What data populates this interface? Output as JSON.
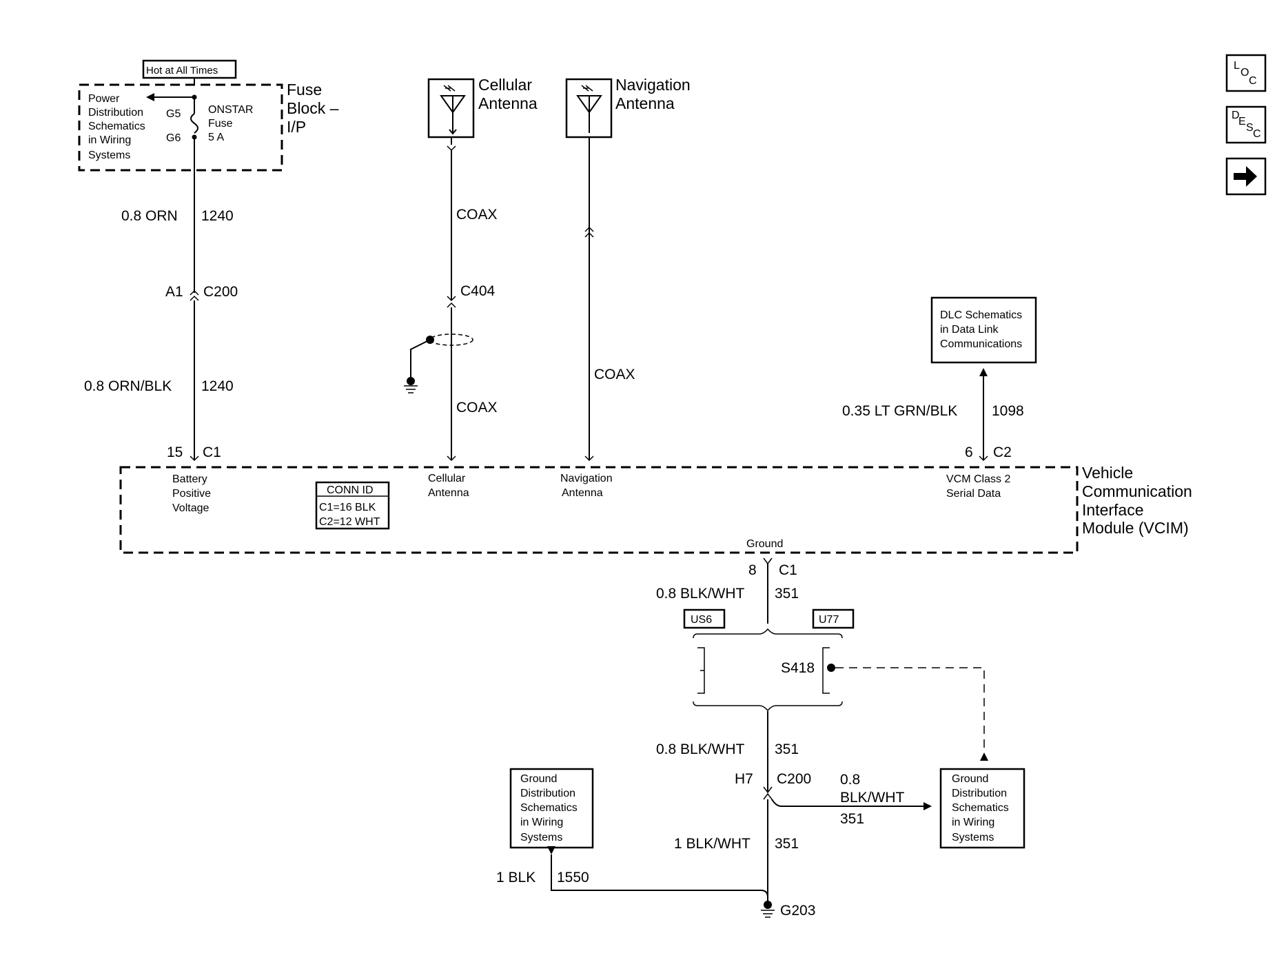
{
  "nav": {
    "loc": {
      "l1": "L",
      "l2": "O",
      "l3": "C"
    },
    "desc": {
      "l1": "D",
      "l2": "E",
      "l3": "S",
      "l4": "C"
    },
    "next_glyph": "➡"
  },
  "hot_at_all_times": "Hot at All Times",
  "fuse_block": {
    "title": [
      "Fuse",
      "Block –",
      "I/P"
    ],
    "power_dist": [
      "Power",
      "Distribution",
      "Schematics",
      "in Wiring",
      "Systems"
    ],
    "pin_g5": "G5",
    "pin_g6": "G6",
    "fuse_name": [
      "ONSTAR",
      "Fuse",
      "5 A"
    ]
  },
  "antennas": {
    "cellular": [
      "Cellular",
      "Antenna"
    ],
    "navigation": [
      "Navigation",
      "Antenna"
    ]
  },
  "wires": {
    "w1240_top_gauge": "0.8 ORN",
    "w1240_top_circuit": "1240",
    "c200_pin": "A1",
    "c200_conn": "C200",
    "w1240_bot_gauge": "0.8 ORN/BLK",
    "w1240_bot_circuit": "1240",
    "c1_pin15": "15",
    "c1_conn_a": "C1",
    "coax_upper": "COAX",
    "c404": "C404",
    "coax_lower": "COAX",
    "nav_coax": "COAX",
    "w1098_gauge": "0.35 LT GRN/BLK",
    "w1098_circuit": "1098",
    "c2_pin": "6",
    "c2_conn": "C2",
    "gnd_pin": "8",
    "gnd_conn": "C1",
    "w351_a_gauge": "0.8 BLK/WHT",
    "w351_a_circuit": "351",
    "w351_b_gauge": "0.8 BLK/WHT",
    "w351_b_circuit": "351",
    "h7_pin": "H7",
    "h7_conn": "C200",
    "w351_side_gauge_1": "0.8",
    "w351_side_gauge_2": "BLK/WHT",
    "w351_side_circuit": "351",
    "w351_c_gauge": "1 BLK/WHT",
    "w351_c_circuit": "351",
    "w1550_gauge": "1 BLK",
    "w1550_circuit": "1550",
    "g203": "G203",
    "s418": "S418"
  },
  "dlc_box": [
    "DLC Schematics",
    "in Data Link",
    "Communications"
  ],
  "vcim": {
    "title": [
      "Vehicle",
      "Communication",
      "Interface",
      "Module (VCIM)"
    ],
    "battery": [
      "Battery",
      "Positive",
      "Voltage"
    ],
    "cellular": [
      "Cellular",
      "Antenna"
    ],
    "navigation": [
      "Navigation",
      "Antenna"
    ],
    "vcm": [
      "VCM Class 2",
      "Serial Data"
    ],
    "ground": "Ground",
    "conn_id_title": "CONN ID",
    "conn_id_c1": "C1=16 BLK",
    "conn_id_c2": "C2=12 WHT"
  },
  "options": {
    "us6": "US6",
    "u77": "U77"
  },
  "ground_dist_left": [
    "Ground",
    "Distribution",
    "Schematics",
    "in Wiring",
    "Systems"
  ],
  "ground_dist_right": [
    "Ground",
    "Distribution",
    "Schematics",
    "in Wiring",
    "Systems"
  ]
}
